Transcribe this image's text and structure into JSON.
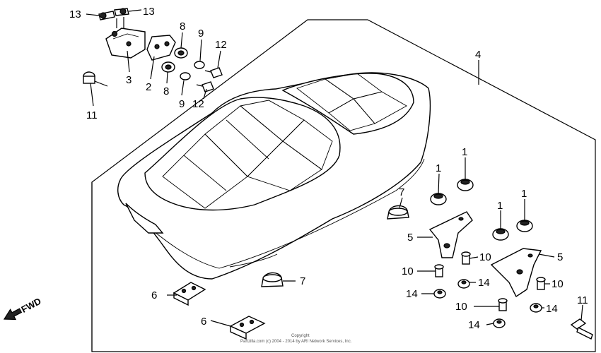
{
  "callouts": {
    "c1a": "1",
    "c1b": "1",
    "c1c": "1",
    "c1d": "1",
    "c2": "2",
    "c3": "3",
    "c4": "4",
    "c5a": "5",
    "c5b": "5",
    "c6a": "6",
    "c6b": "6",
    "c7a": "7",
    "c7b": "7",
    "c8a": "8",
    "c8b": "8",
    "c9a": "9",
    "c9b": "9",
    "c10a": "10",
    "c10b": "10",
    "c10c": "10",
    "c10d": "10",
    "c11a": "11",
    "c11b": "11",
    "c12a": "12",
    "c12b": "12",
    "c13a": "13",
    "c13b": "13",
    "c14a": "14",
    "c14b": "14",
    "c14c": "14",
    "c14d": "14"
  },
  "direction_label": "FWD",
  "copyright": {
    "line1": "Copyright",
    "line2": "Partzilla.com (c) 2004 - 2014 by ARI Network Services, Inc."
  }
}
